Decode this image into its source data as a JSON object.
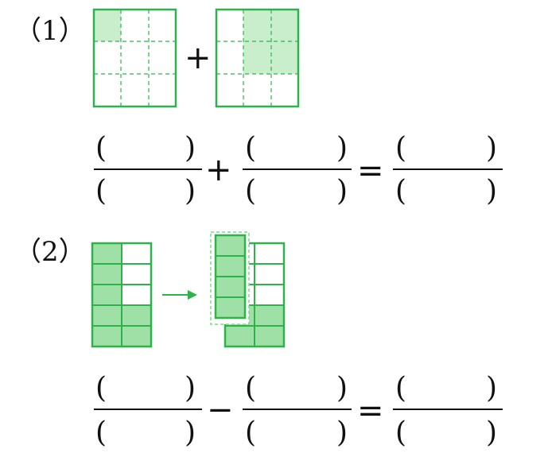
{
  "problem1": {
    "label": "（1）",
    "plus": "+",
    "equation": {
      "numerators": [
        "(",
        ")",
        "(",
        ")",
        "(",
        ")"
      ],
      "denominators": [
        "(",
        ")",
        "(",
        ")",
        "(",
        ")"
      ],
      "op1": "+",
      "eq": "="
    },
    "figure_left": {
      "rows": 3,
      "cols": 3,
      "shaded_cells": 1
    },
    "figure_right": {
      "rows": 3,
      "cols": 3,
      "shaded_cells": 4
    }
  },
  "problem2": {
    "label": "（2）",
    "equation": {
      "numerators": [
        "(",
        ")",
        "(",
        ")",
        "(",
        ")"
      ],
      "denominators": [
        "(",
        ")",
        "(",
        ")",
        "(",
        ")"
      ],
      "op1": "−",
      "eq": "="
    },
    "figure_left": {
      "rows": 5,
      "cols": 2,
      "shaded_cells": 7
    },
    "figure_right": {
      "rows": 5,
      "cols": 2,
      "removed_cells": 4
    }
  },
  "colors": {
    "green": "#2db34a",
    "light_green": "#9ee0a6",
    "pale_green": "#c9eecc",
    "dashed": "#7fd58c"
  }
}
